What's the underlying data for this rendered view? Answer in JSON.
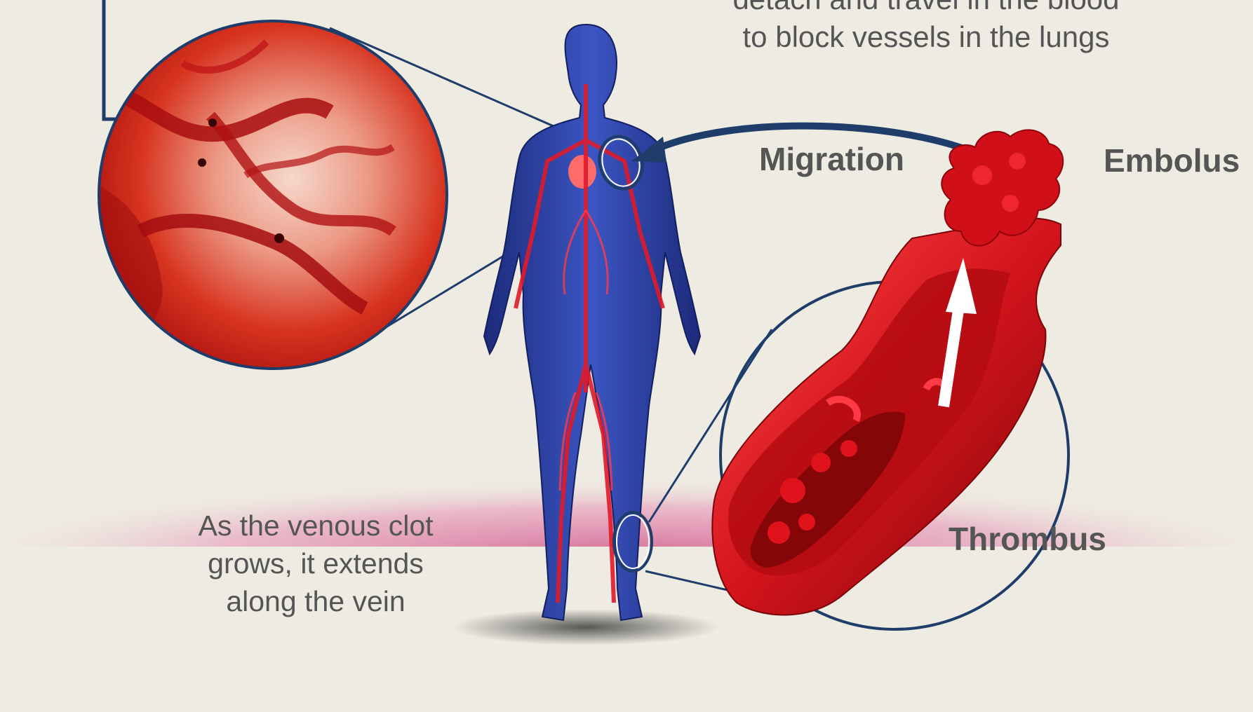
{
  "captions": {
    "embolization": [
      "detach and travel in the blood",
      "to block vessels in the lungs"
    ],
    "extension": [
      "As the venous clot",
      "grows, it extends",
      "along the vein"
    ]
  },
  "labels": {
    "migration": "Migration",
    "embolus": "Embolus",
    "thrombus": "Thrombus"
  },
  "colors": {
    "background": "#eeebe2",
    "outline_navy": "#1f3d6b",
    "blood_red": "#c8141b",
    "body_blue": "#2b3f9a",
    "text_gray": "#555555",
    "floor_pink": "#d9789c"
  }
}
